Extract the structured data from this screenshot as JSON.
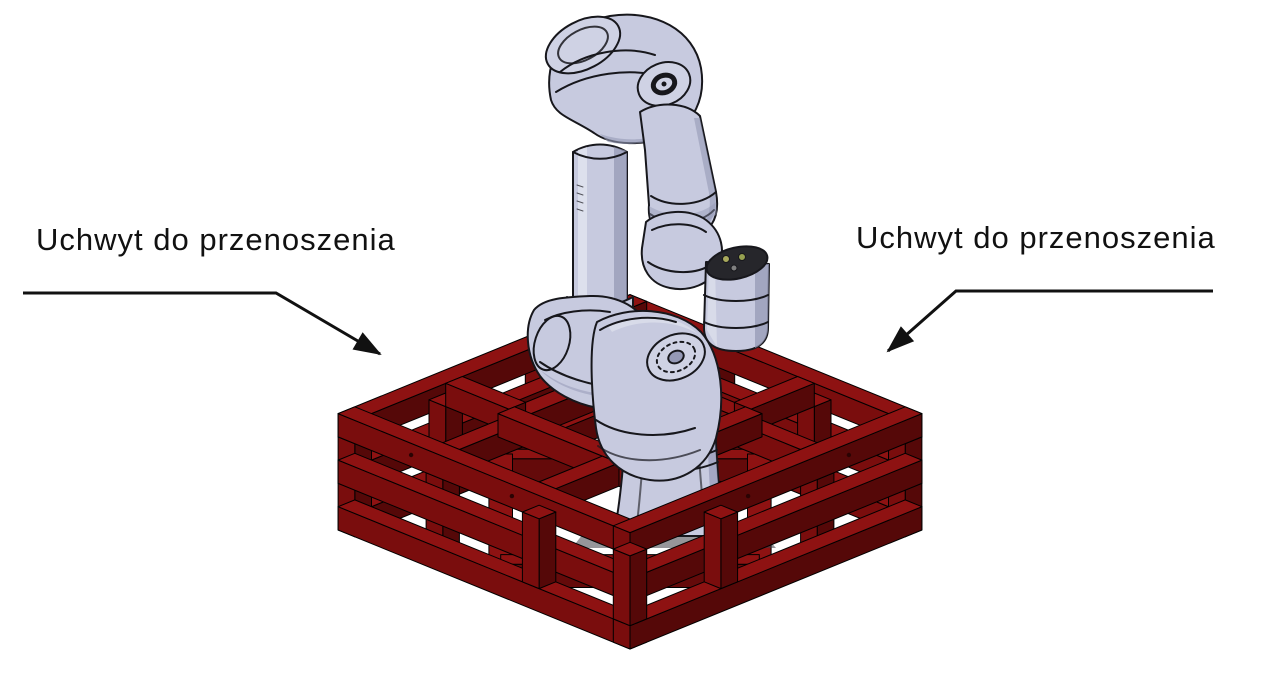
{
  "figure": {
    "type": "cad-isometric-illustration",
    "subject": "robot-arm-on-transport-frame",
    "background": "#ffffff"
  },
  "annotations": {
    "left_label": "Uchwyt do przenoszenia",
    "right_label": "Uchwyt do przenoszenia"
  },
  "colors": {
    "frame-top": "#8e1212",
    "frame-side-x": "#550808",
    "frame-side-y": "#7a0d0d",
    "frame-diag": "#640a0a",
    "frame-outline": "#000000",
    "frame-hole": "#2a0303",
    "robot-body": "#c7cadf",
    "robot-body-light": "#cfd2e4",
    "robot-shadow": "#9599b6",
    "robot-highlight": "#e9ebf4",
    "robot-outline": "#17171c",
    "flange-dark": "#26262b",
    "pin-yellow": "#a8a95c",
    "pin-green": "#96a050",
    "pin-gray": "#808080",
    "base-plate-shadow": "#3f3f47",
    "leader": "#111111"
  }
}
